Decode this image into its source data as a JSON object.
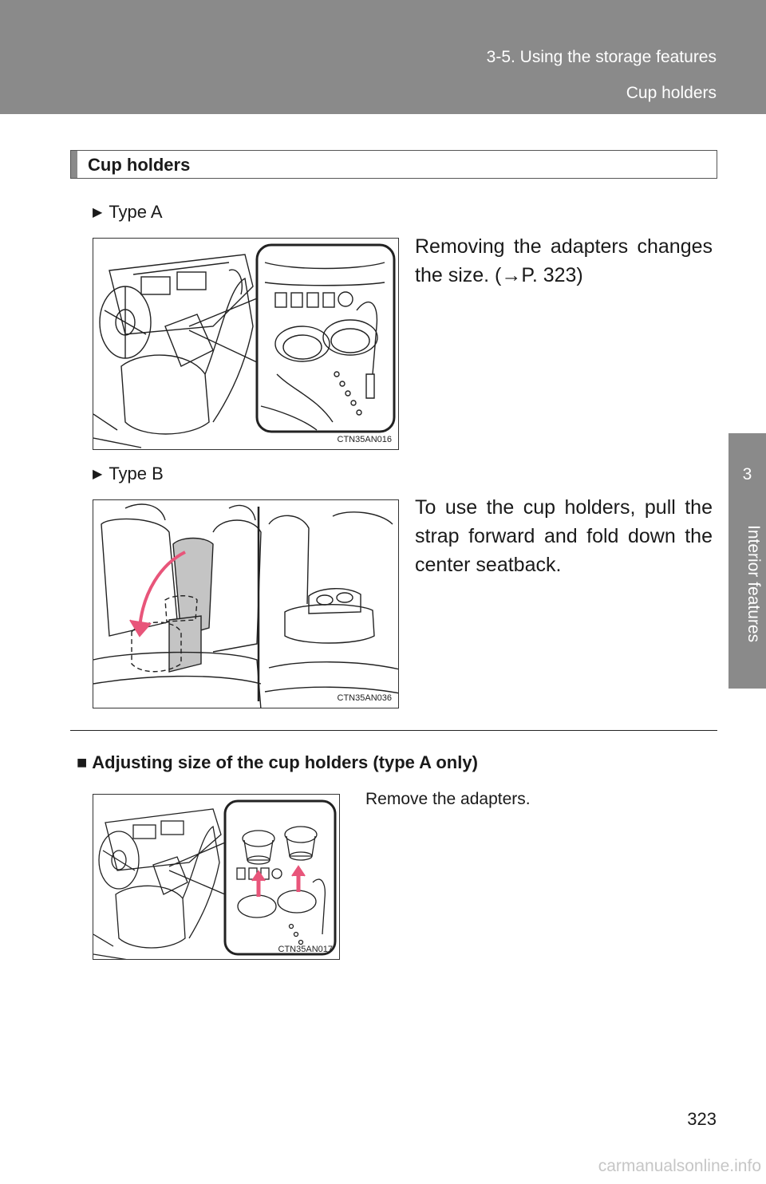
{
  "header": {
    "section": "3-5. Using the storage features",
    "topic": "Cup holders"
  },
  "side_tab": {
    "number": "3",
    "label": "Interior features"
  },
  "section": {
    "title": "Cup holders"
  },
  "type_a": {
    "label": "Type A",
    "arrow": "▶",
    "description": "Removing the adapters changes the size. (→P. 323)",
    "figure_code": "CTN35AN016"
  },
  "type_b": {
    "label": "Type B",
    "arrow": "▶",
    "description": "To use the cup holders, pull the strap forward and fold down the center seatback.",
    "figure_code": "CTN35AN036"
  },
  "adjusting": {
    "marker": "■",
    "title": "Adjusting size of the cup holders (type A only)",
    "text": "Remove the adapters.",
    "figure_code": "CTN35AN017"
  },
  "page_number": "323",
  "watermark": "carmanualsonline.info",
  "colors": {
    "header_gray": "#8a8a8a",
    "arrow_pink": "#e8557a",
    "fill_gray": "#c4c4c4"
  }
}
